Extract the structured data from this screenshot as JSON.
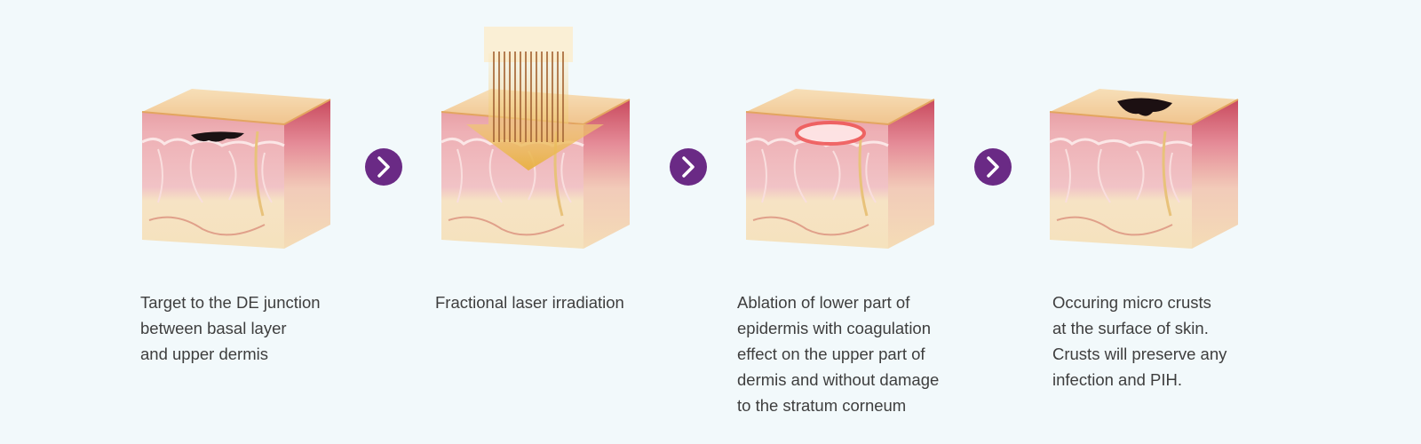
{
  "steps": [
    {
      "caption": "Target to the DE junction\nbetween basal layer\nand upper dermis",
      "overlay": "pigment-spot"
    },
    {
      "caption": "Fractional laser irradiation",
      "overlay": "laser-beam"
    },
    {
      "caption": "Ablation of lower part of\nepidermis with coagulation\neffect on the upper part of\ndermis and without damage\nto the stratum corneum",
      "overlay": "ablation-zone"
    },
    {
      "caption": "Occuring micro crusts\nat the surface of skin.\nCrusts will preserve any\ninfection and PIH.",
      "overlay": "micro-crust"
    }
  ],
  "arrow_icon": "chevron-right-icon",
  "colors": {
    "arrow": "#6a2a85",
    "background": "#f2f9fb",
    "text": "#3e3e3e"
  }
}
